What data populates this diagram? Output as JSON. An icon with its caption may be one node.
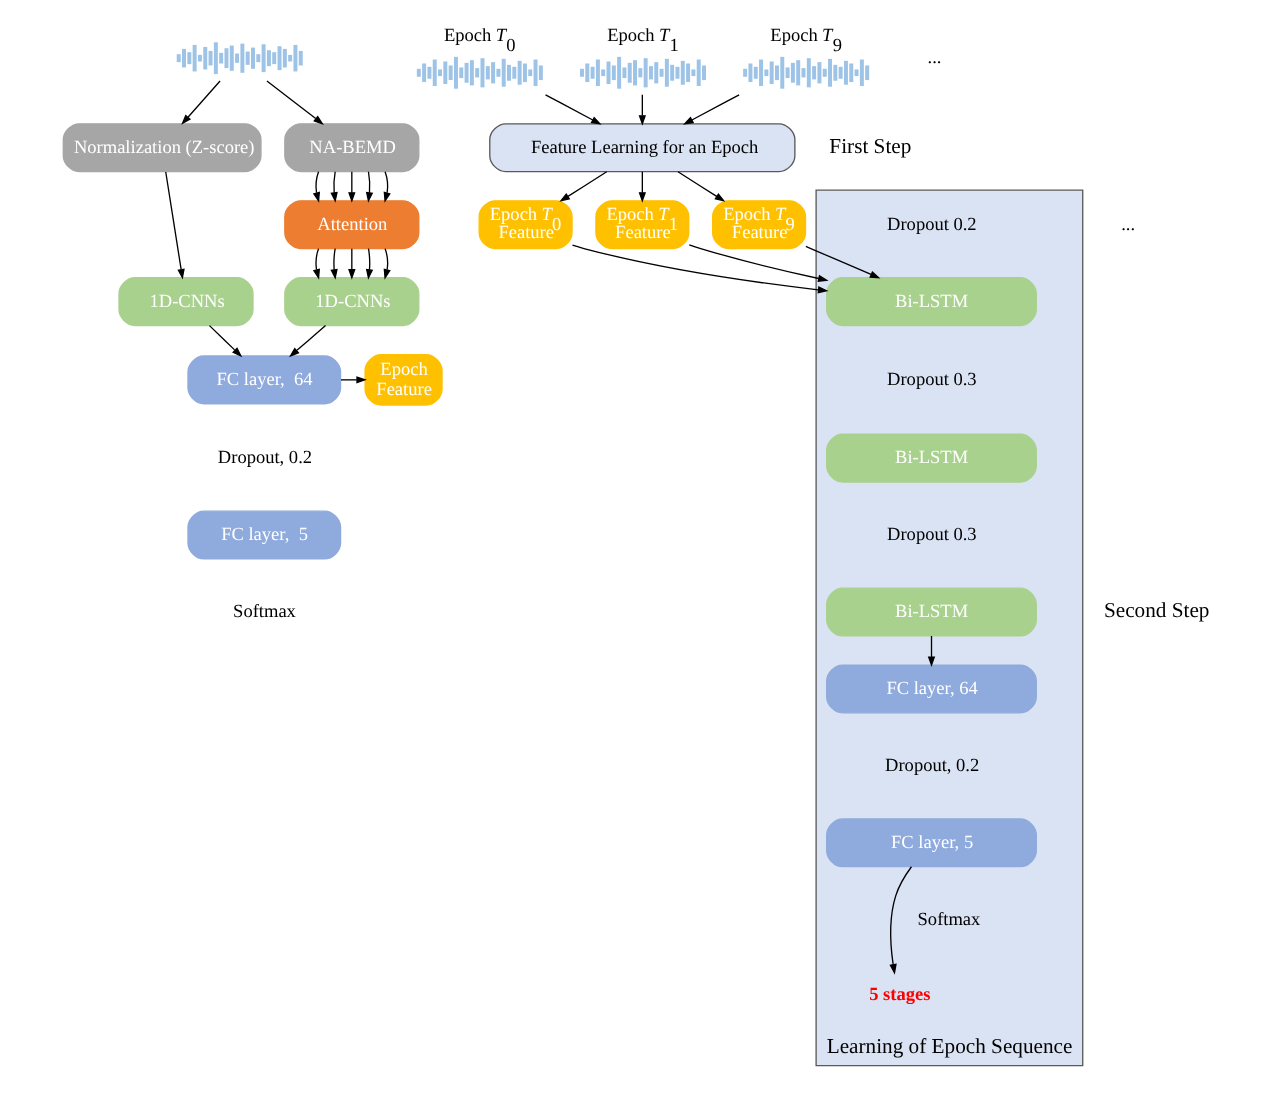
{
  "diagram": {
    "nodes": [
      {
        "text": [],
        "shape": "picture"
      },
      {
        "text": [
          "Normalization (Z-score)"
        ]
      },
      {
        "text": [
          "NA-BEMD"
        ]
      },
      {
        "text": [
          "Attention"
        ]
      },
      {
        "text": [
          "1D-CNNs"
        ]
      },
      {
        "text": [
          "1D-CNNs"
        ]
      },
      {
        "text": [
          "FC layer,  64"
        ]
      },
      {
        "text": [
          "Epoch Feature"
        ]
      },
      {
        "text": [
          "FC layer,  5"
        ]
      },
      {
        "text": [],
        "shape": "picture",
        "beside": [
          "Epoch *T*$_{0}$"
        ]
      },
      {
        "text": [],
        "shape": "picture",
        "beside": [
          "Epoch *T*$_{1}$"
        ]
      },
      {
        "text": [],
        "shape": "picture",
        "beside": [
          "Epoch *T*$_{9}$"
        ]
      },
      {
        "text": [
          "Feature Learning for an Epoch"
        ]
      },
      {
        "text": [
          "Epoch *T*$_{0}$ Feature"
        ]
      },
      {
        "text": [
          "Epoch *T*$_{1}$ Feature"
        ]
      },
      {
        "text": [
          "Epoch *T*$_{9}$ Feature"
        ]
      },
      {
        "text": [
          "Learning of Epoch Sequence"
        ]
      },
      {
        "text": [
          "Bi-LSTM"
        ],
        "in": 16
      },
      {
        "text": [
          "Bi-LSTM"
        ],
        "in": 16
      },
      {
        "text": [
          "Bi-LSTM"
        ],
        "in": 16
      },
      {
        "text": [
          "FC layer, 64"
        ],
        "in": 16
      },
      {
        "text": [
          "FC layer, 5"
        ],
        "in": 16
      },
      {
        "text": [
          "5 stages"
        ],
        "in": 16
      }
    ],
    "edges": [
      {
        "from": 0,
        "to": 1,
        "arrow": "to"
      },
      {
        "from": 0,
        "to": 2,
        "arrow": "to"
      },
      {
        "from": 2,
        "to": 3,
        "arrow": "to"
      },
      {
        "from": 2,
        "to": 3,
        "arrow": "to"
      },
      {
        "from": 2,
        "to": 3,
        "arrow": "to"
      },
      {
        "from": 2,
        "to": 3,
        "arrow": "to"
      },
      {
        "from": 2,
        "to": 3,
        "arrow": "to"
      },
      {
        "from": 1,
        "to": 4,
        "arrow": "to"
      },
      {
        "from": 3,
        "to": 5,
        "arrow": "to"
      },
      {
        "from": 3,
        "to": 5,
        "arrow": "to"
      },
      {
        "from": 3,
        "to": 5,
        "arrow": "to"
      },
      {
        "from": 3,
        "to": 5,
        "arrow": "to"
      },
      {
        "from": 3,
        "to": 5,
        "arrow": "to"
      },
      {
        "from": 4,
        "to": 6,
        "arrow": "to"
      },
      {
        "from": 5,
        "to": 6,
        "arrow": "to"
      },
      {
        "from": 6,
        "to": 7,
        "arrow": "to"
      },
      {
        "from": 9,
        "to": 12,
        "arrow": "to"
      },
      {
        "from": 10,
        "to": 12,
        "arrow": "to"
      },
      {
        "from": 11,
        "to": 12,
        "arrow": "to"
      },
      {
        "from": 12,
        "to": 13,
        "arrow": "to"
      },
      {
        "from": 12,
        "to": 14,
        "arrow": "to"
      },
      {
        "from": 12,
        "to": 15,
        "arrow": "to"
      },
      {
        "from": 13,
        "to": 17,
        "arrow": "to"
      },
      {
        "from": 14,
        "to": 17,
        "arrow": "to"
      },
      {
        "from": 15,
        "to": 17,
        "arrow": "to"
      },
      {
        "from": 19,
        "to": 20,
        "arrow": "to"
      },
      {
        "from": 21,
        "to": 22,
        "arrow": "to"
      }
    ],
    "labels": [
      "...",
      "First Step",
      "...",
      "Dropout, 0.2",
      "Softmax",
      "Dropout 0.2",
      "Dropout 0.3",
      "Dropout 0.3",
      "Dropout, 0.2",
      "Softmax",
      "Second Step"
    ]
  }
}
